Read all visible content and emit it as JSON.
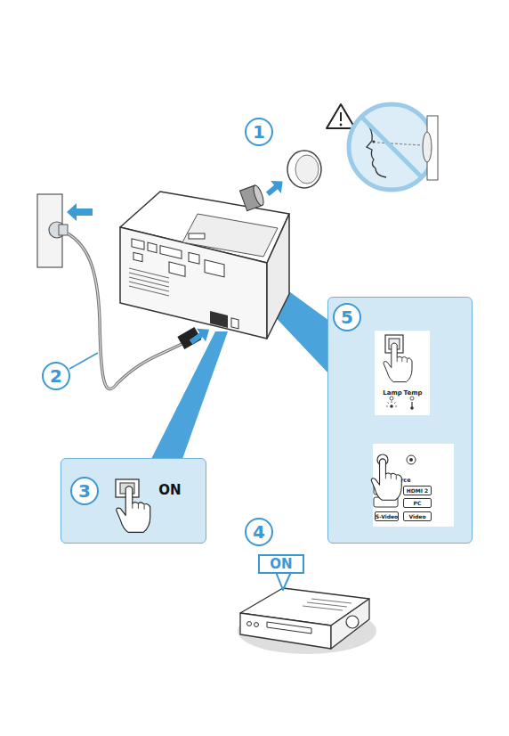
{
  "diagram": {
    "nodes": [
      {
        "text": [
          "1"
        ]
      },
      {
        "text": []
      },
      {
        "text": [
          "5"
        ],
        "in": 1
      },
      {
        "text": [
          "Lamp",
          "Temp"
        ],
        "in": 1
      },
      {
        "text": [
          "Source"
        ],
        "in": 1
      },
      {
        "text": [
          "HDMI 2"
        ],
        "in": 4
      },
      {
        "text": [
          "PC"
        ],
        "in": 4
      },
      {
        "text": [
          "S-Video"
        ],
        "in": 4
      },
      {
        "text": [
          "Video"
        ],
        "in": 4
      },
      {
        "text": [
          "2"
        ]
      },
      {
        "text": [
          "ON"
        ]
      },
      {
        "text": [
          "3"
        ],
        "in": 10
      },
      {
        "text": [
          "4"
        ]
      },
      {
        "text": [
          "ON"
        ]
      }
    ]
  }
}
